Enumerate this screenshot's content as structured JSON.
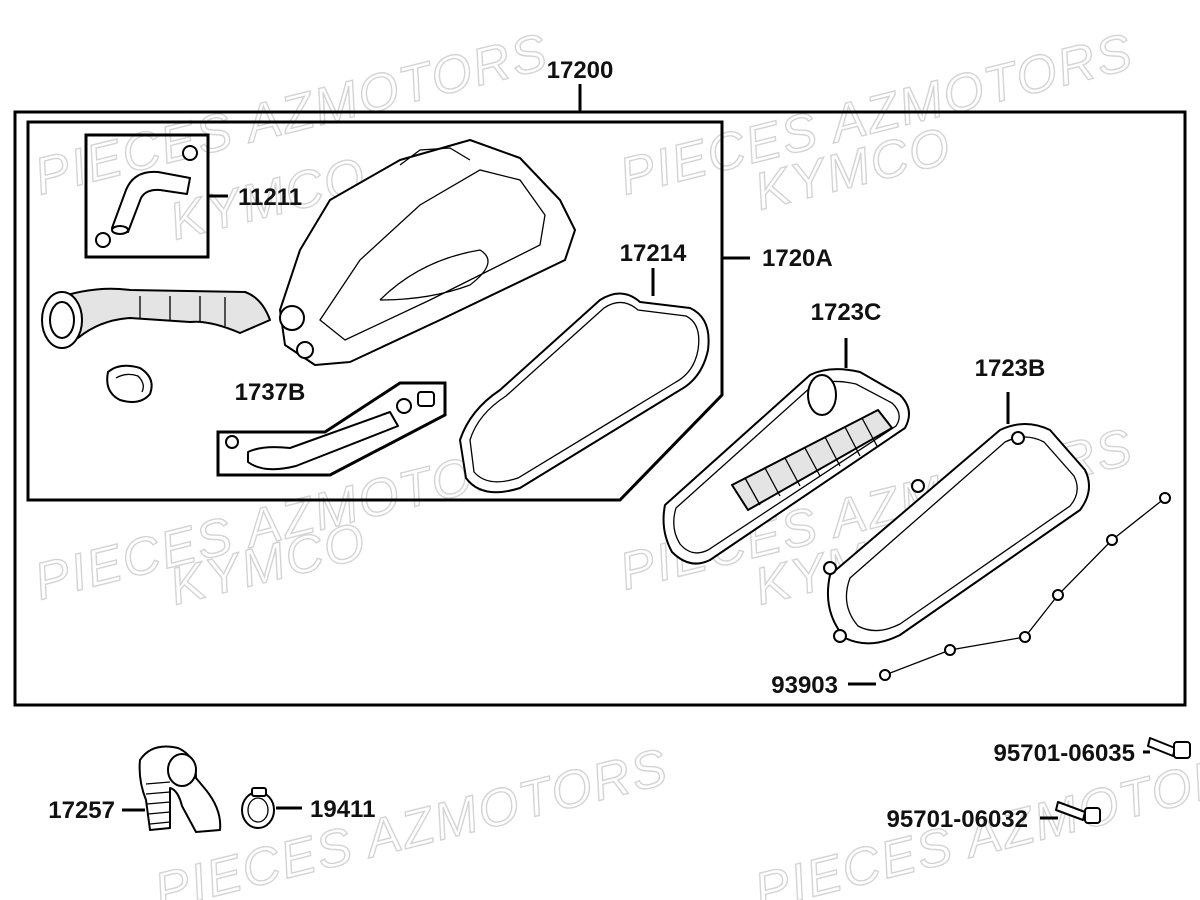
{
  "watermarks": {
    "brand": "PIECES AZMOTORS",
    "maker": "KYMCO"
  },
  "parts": {
    "assembly": "17200",
    "hose": "11211",
    "case": "1720A",
    "gasket": "17214",
    "drain_tube": "1737B",
    "element": "1723C",
    "cover": "1723B",
    "screws": "93903",
    "bolt_long": "95701-06035",
    "bolt_short": "95701-06032",
    "duct": "17257",
    "clamp": "19411"
  }
}
